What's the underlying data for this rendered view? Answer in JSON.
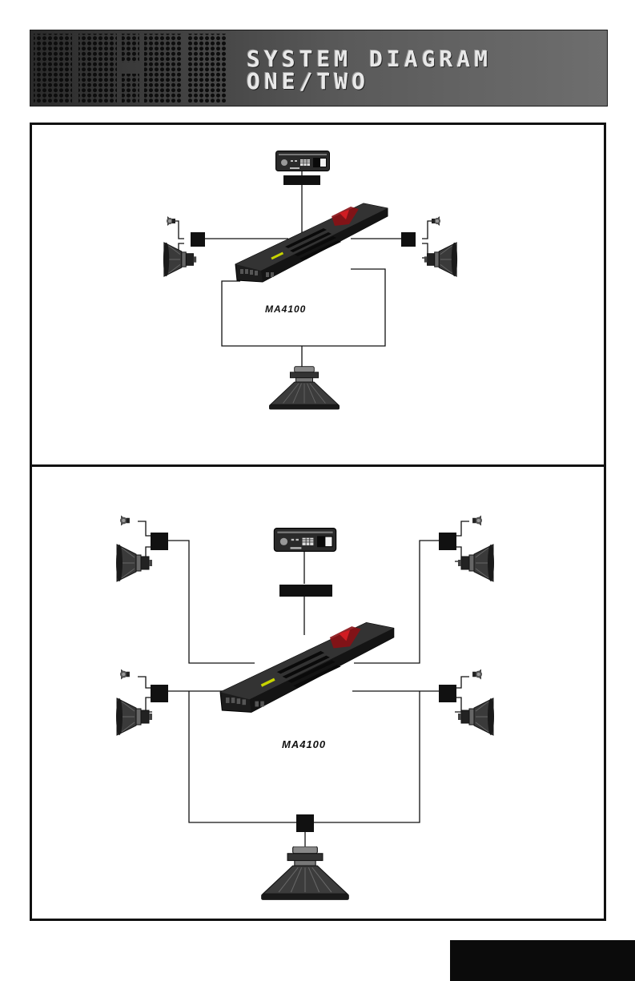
{
  "header": {
    "title_line1": "SYSTEM DIAGRAM",
    "title_line2": "ONE/TWO"
  },
  "diagram_one": {
    "amplifier_model": "MA4100"
  },
  "diagram_two": {
    "amplifier_model": "MA4100"
  },
  "colors": {
    "frame": "#111111",
    "banner_dark": "#2b2b2b",
    "banner_light": "#6e6e6e",
    "amp_accent": "#c0181e",
    "amp_label": "#c8d400"
  },
  "icons": {
    "head_unit": "head-unit-icon",
    "amplifier": "amplifier-icon",
    "crossover": "crossover-box-icon",
    "tweeter": "tweeter-icon",
    "midrange": "midrange-speaker-icon",
    "subwoofer": "subwoofer-icon"
  }
}
